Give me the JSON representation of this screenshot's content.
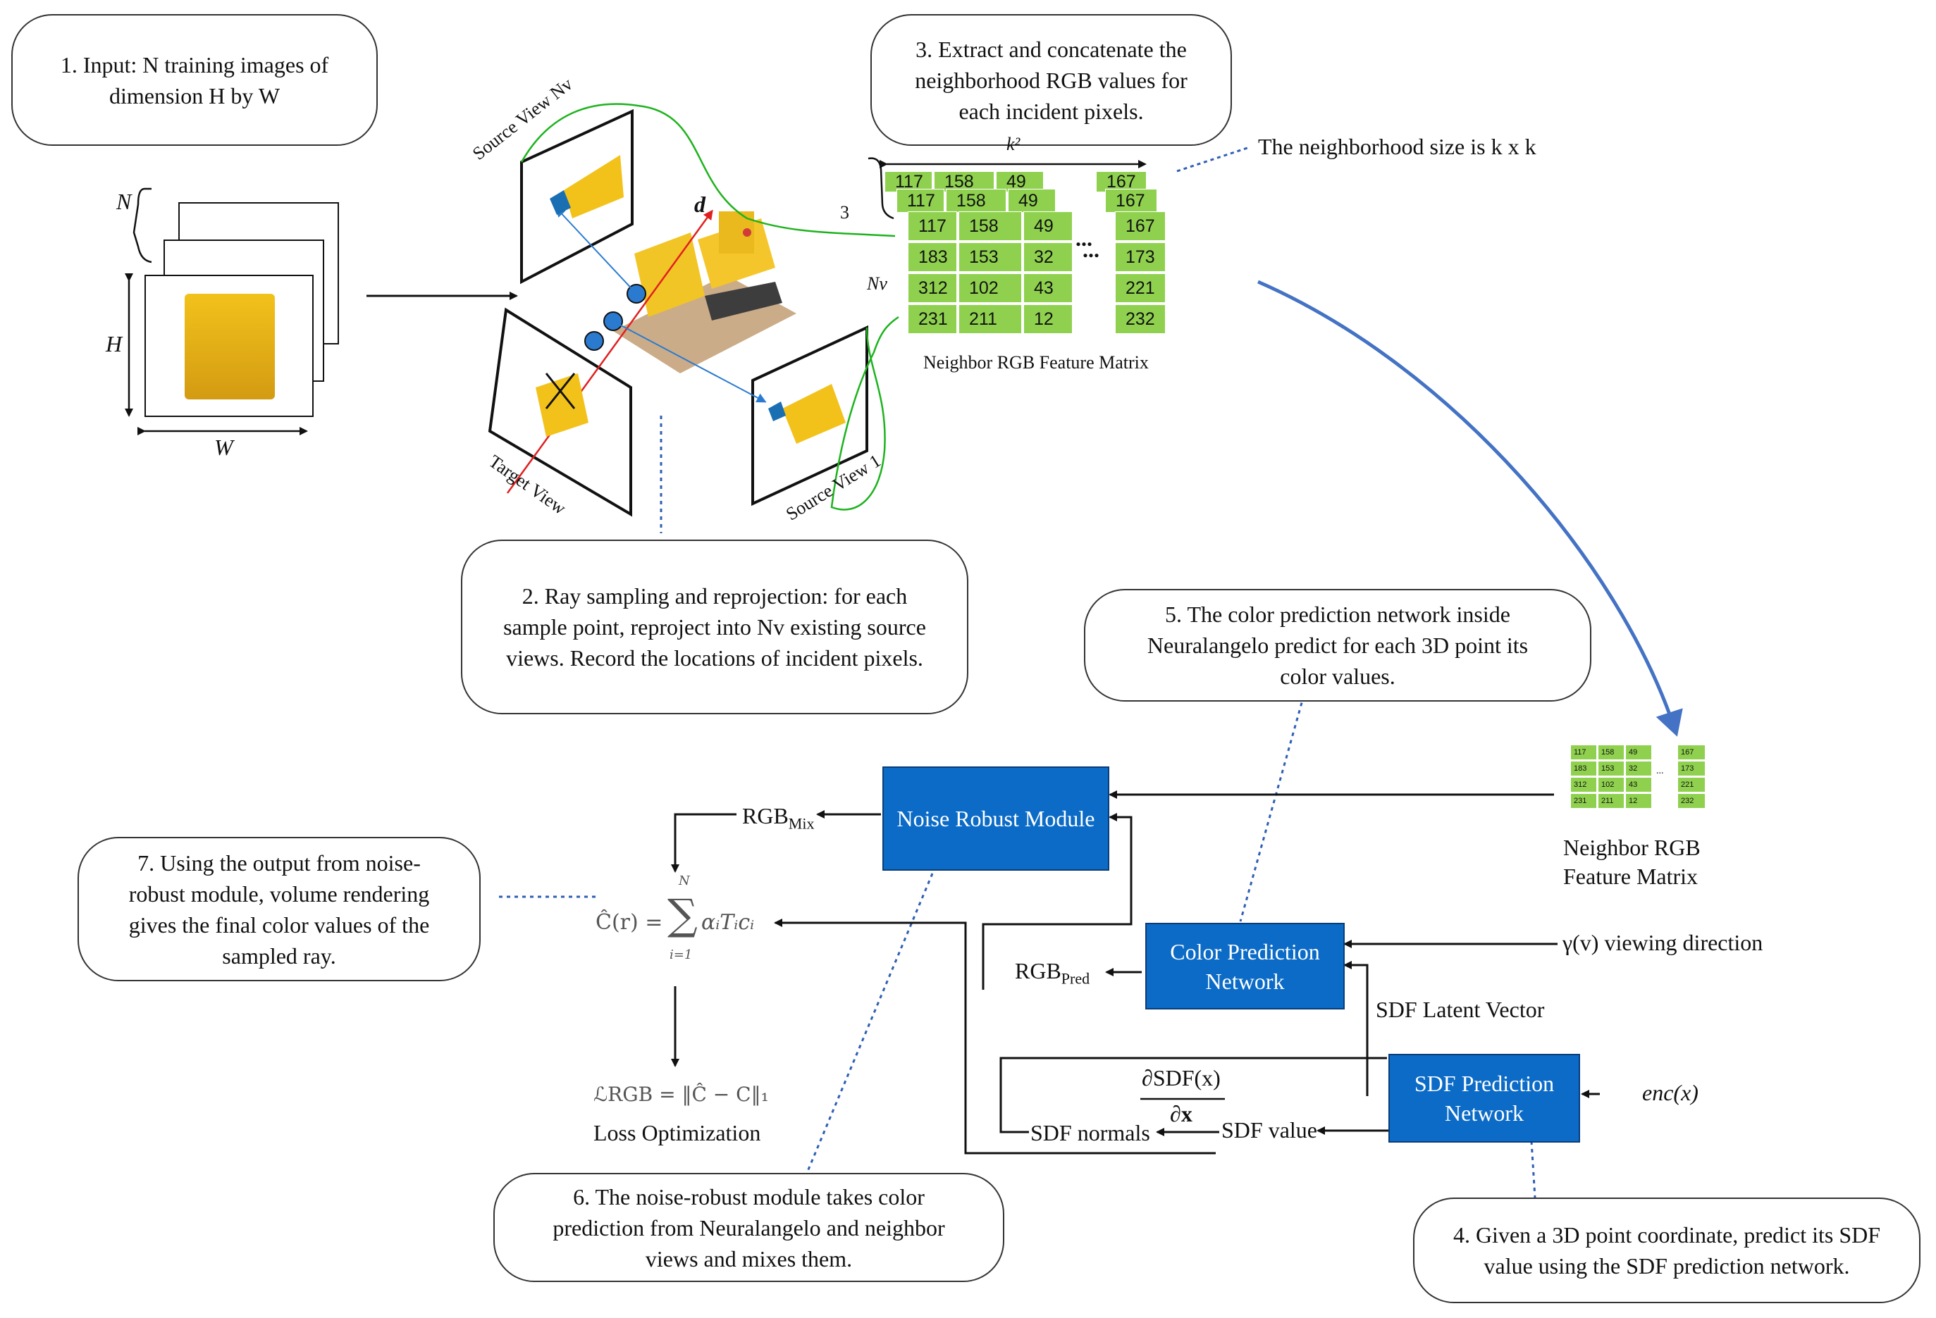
{
  "steps": {
    "step1": {
      "lines": [
        "1. Input: N training images of",
        "dimension H by W"
      ]
    },
    "step2": {
      "lines": [
        "2. Ray sampling and reprojection: for each",
        "sample point, reproject into Nv existing source",
        "views. Record the locations of  incident pixels."
      ]
    },
    "step3": {
      "lines": [
        "3. Extract and concatenate the",
        "neighborhood RGB values for",
        "each incident pixels."
      ]
    },
    "step4": {
      "lines": [
        "4. Given a 3D point coordinate, predict its SDF",
        "value using the SDF prediction network."
      ]
    },
    "step5": {
      "lines": [
        "5. The color prediction network inside",
        "Neuralangelo predict for each 3D point its",
        "color values."
      ]
    },
    "step6": {
      "lines": [
        "6. The noise-robust module takes color",
        "prediction from Neuralangelo and neighbor",
        "views and mixes them."
      ]
    },
    "step7": {
      "lines": [
        "7. Using the output from noise-",
        "robust module, volume rendering",
        "gives the final color values of the",
        "sampled ray."
      ]
    }
  },
  "input_stack": {
    "n_label": "N",
    "h_label": "H",
    "w_label": "W"
  },
  "views": {
    "source_top": "Source View Nv",
    "source_one": "Source View 1",
    "target": "Target View",
    "direction": "d"
  },
  "feature_matrix": {
    "title": "Neighbor RGB Feature Matrix",
    "k_label": "k²",
    "depth_label": "3",
    "nv_label": "Nv",
    "neighborhood_note": "The neighborhood size is k x k",
    "back_rows": [
      [
        "117",
        "158",
        "49"
      ],
      [
        "167"
      ]
    ],
    "rows": [
      [
        "117",
        "158",
        "49"
      ],
      [
        "183",
        "153",
        "32"
      ],
      [
        "312",
        "102",
        "43"
      ],
      [
        "231",
        "211",
        "12"
      ]
    ],
    "right_col": [
      "167",
      "173",
      "221",
      "232"
    ],
    "ellipsis": "..."
  },
  "small_matrix": {
    "label_line1": "Neighbor RGB",
    "label_line2": "Feature Matrix",
    "rows": [
      [
        "117",
        "158",
        "49"
      ],
      [
        "183",
        "153",
        "32"
      ],
      [
        "312",
        "102",
        "43"
      ],
      [
        "231",
        "211",
        "12"
      ]
    ],
    "right_col": [
      "167",
      "173",
      "221",
      "232"
    ],
    "ellipsis": "..."
  },
  "modules": {
    "noise_robust": "Noise Robust Module",
    "color_prediction": [
      "Color Prediction",
      "Network"
    ],
    "sdf_prediction": [
      "SDF Prediction",
      "Network"
    ]
  },
  "signals": {
    "rgb_mix": "RGB",
    "rgb_mix_sub": "Mix",
    "rgb_pred": "RGB",
    "rgb_pred_sub": "Pred",
    "viewing_direction": "γ(v) viewing direction",
    "sdf_latent": "SDF Latent Vector",
    "enc_x": "enc(x)",
    "sdf_value": "SDF value",
    "sdf_normals": "SDF normals",
    "grad_num": "∂SDF(x)",
    "grad_den": "∂x"
  },
  "equations": {
    "render_lhs": "Ĉ(r) =",
    "render_sum": "∑",
    "render_top": "N",
    "render_bottom": "i=1",
    "render_rhs": "αᵢTᵢcᵢ",
    "loss": "ℒRGB = ‖Ĉ − C‖₁",
    "loss_label": "Loss Optimization"
  },
  "colors": {
    "block_fill": "#0b6bc6",
    "cell_fill": "#8fd14f",
    "dotted": "#2f5fb4",
    "green_curve": "#1db31d",
    "ray_red": "#e02020",
    "ray_blue": "#2a7bd0",
    "big_arrow": "#4472c4"
  }
}
